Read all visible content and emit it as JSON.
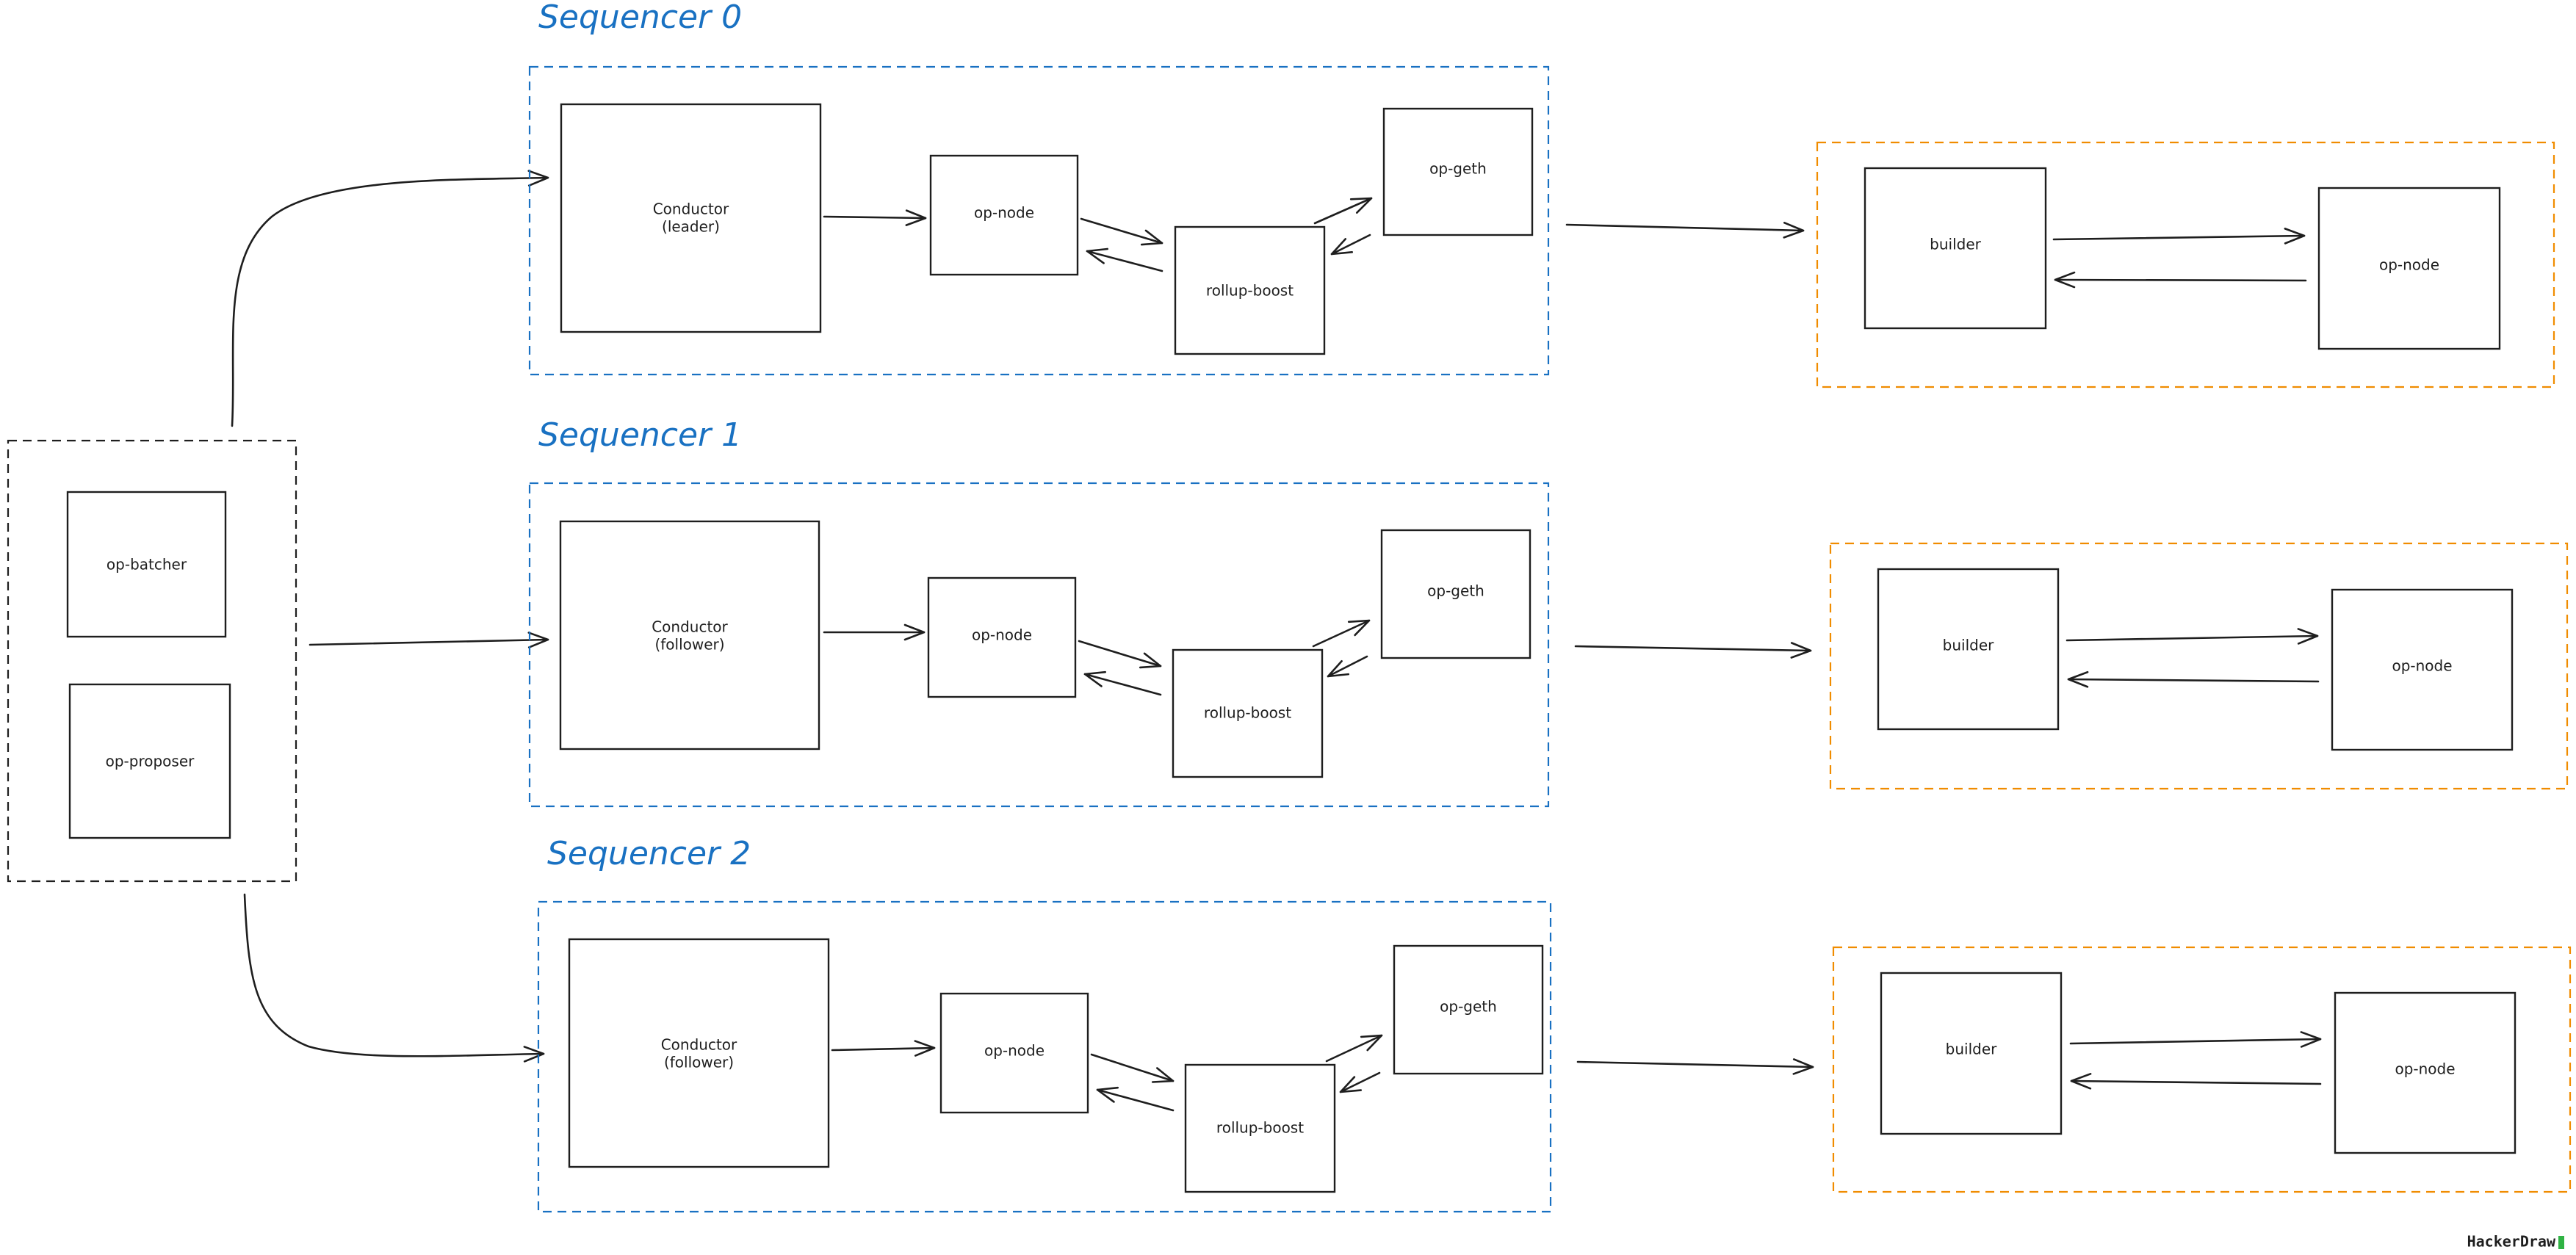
{
  "batcher_group": {
    "boxes": [
      {
        "id": "op-batcher",
        "label": "op-batcher"
      },
      {
        "id": "op-proposer",
        "label": "op-proposer"
      }
    ]
  },
  "sequencers": [
    {
      "title": "Sequencer 0",
      "conductor": [
        "Conductor",
        "(leader)"
      ],
      "op_node": "op-node",
      "op_geth": "op-geth",
      "rollup_boost": "rollup-boost",
      "builder": "builder",
      "builder_op_node": "op-node"
    },
    {
      "title": "Sequencer 1",
      "conductor": [
        "Conductor",
        "(follower)"
      ],
      "op_node": "op-node",
      "op_geth": "op-geth",
      "rollup_boost": "rollup-boost",
      "builder": "builder",
      "builder_op_node": "op-node"
    },
    {
      "title": "Sequencer 2",
      "conductor": [
        "Conductor",
        "(follower)"
      ],
      "op_node": "op-node",
      "op_geth": "op-geth",
      "rollup_boost": "rollup-boost",
      "builder": "builder",
      "builder_op_node": "op-node"
    }
  ],
  "branding": {
    "text": "HackerDraw",
    "mark_color": "#2fb344"
  },
  "colors": {
    "sequencer_group": "#1971c2",
    "builder_group": "#f08c00",
    "batcher_group": "#1e1e1e",
    "title": "#1971c2"
  }
}
